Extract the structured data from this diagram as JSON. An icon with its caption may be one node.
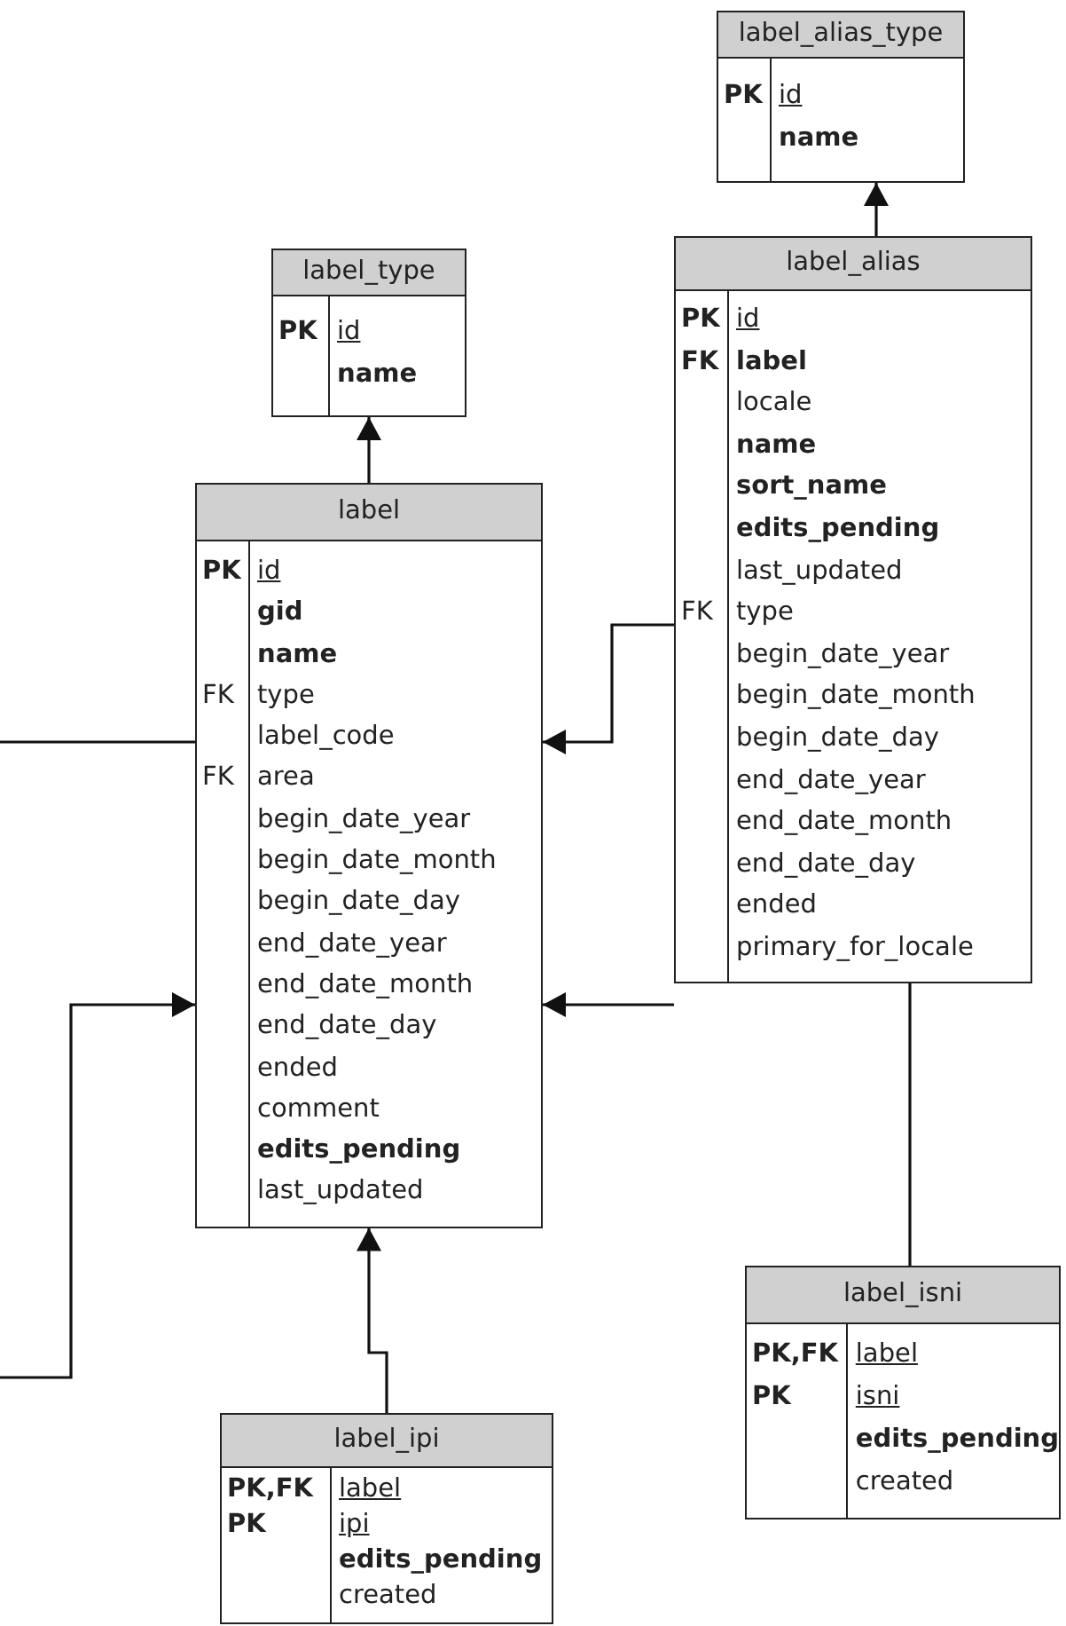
{
  "diagram": {
    "nodes": [
      {
        "text": [
          "label_alias_type",
          "PK",
          "id",
          "name"
        ]
      },
      {
        "text": [
          "label_type",
          "PK",
          "id",
          "name"
        ]
      },
      {
        "text": [
          "label_alias",
          "PK",
          "FK",
          "FK",
          "id",
          "label",
          "locale",
          "name",
          "sort_name",
          "edits_pending",
          "last_updated",
          "type",
          "begin_date_year",
          "begin_date_month",
          "begin_date_day",
          "end_date_year",
          "end_date_month",
          "end_date_day",
          "ended",
          "primary_for_locale"
        ]
      },
      {
        "text": [
          "label",
          "PK",
          "FK",
          "FK",
          "id",
          "gid",
          "name",
          "type",
          "label_code",
          "area",
          "begin_date_year",
          "begin_date_month",
          "begin_date_day",
          "end_date_year",
          "end_date_month",
          "end_date_day",
          "ended",
          "comment",
          "edits_pending",
          "last_updated"
        ]
      },
      {
        "text": [
          "label_ipi",
          "PK,FK",
          "PK",
          "label",
          "ipi",
          "edits_pending",
          "created"
        ]
      },
      {
        "text": [
          "label_isni",
          "PK,FK",
          "PK",
          "label",
          "isni",
          "edits_pending",
          "created"
        ]
      }
    ],
    "edges": [
      {
        "from": 2,
        "to": 0,
        "arrow": "to"
      },
      {
        "from": 3,
        "to": 1,
        "arrow": "to"
      },
      {
        "from": 2,
        "to": 3,
        "arrow": "to"
      },
      {
        "from": 2,
        "to": 3,
        "arrow": "to"
      },
      {
        "from": 5,
        "to": 2,
        "arrow": "none"
      },
      {
        "from": 4,
        "to": 3,
        "arrow": "to"
      },
      {
        "from": null,
        "to": 3,
        "arrow": "none"
      },
      {
        "from": null,
        "to": 3,
        "arrow": "to"
      }
    ]
  }
}
